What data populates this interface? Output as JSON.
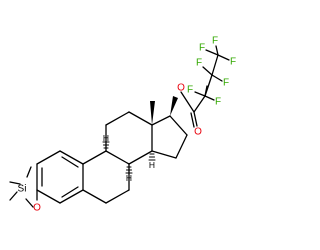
{
  "molecule": {
    "atom_labels": {
      "o_ether": "O",
      "si": "Si",
      "o_ester": "O",
      "o_carbonyl": "O",
      "f1": "F",
      "f2": "F",
      "f3": "F",
      "f4": "F",
      "f5": "F",
      "f6": "F",
      "f7": "F",
      "h_8": "H",
      "h_9": "H",
      "h_14": "H"
    },
    "colors": {
      "bond": "#000000",
      "oxygen": "#e8000b",
      "fluorine": "#32a800",
      "silicon": "#000000",
      "hydrogen": "#000000"
    }
  }
}
